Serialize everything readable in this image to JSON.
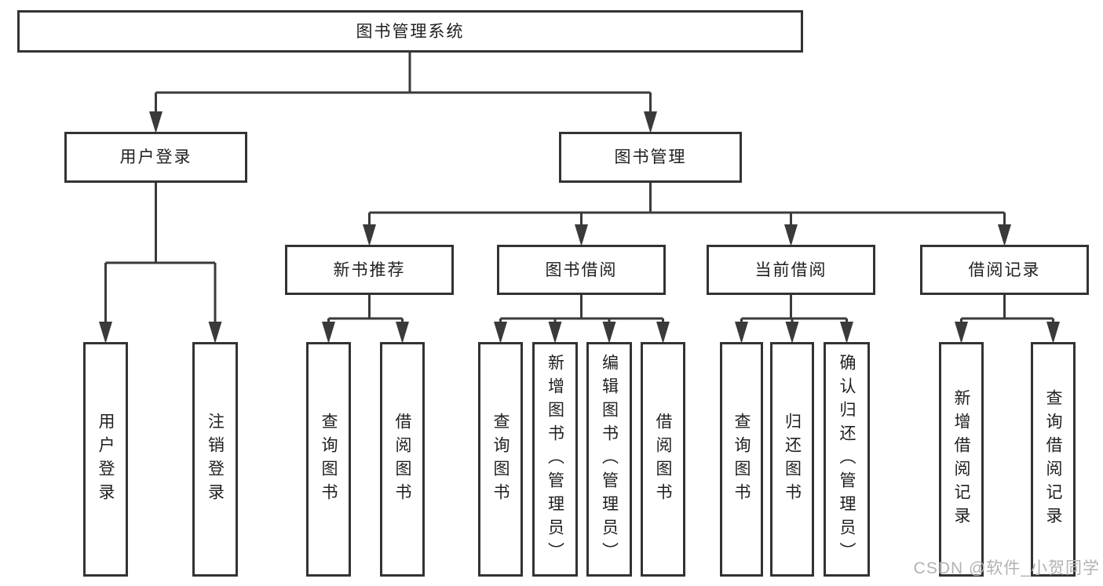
{
  "diagram_title": "图书管理系统",
  "tree": {
    "label": "图书管理系统",
    "children": [
      {
        "label": "用户登录",
        "children": [
          {
            "label": "用户登录"
          },
          {
            "label": "注销登录"
          }
        ]
      },
      {
        "label": "图书管理",
        "children": [
          {
            "label": "新书推荐",
            "children": [
              {
                "label": "查询图书"
              },
              {
                "label": "借阅图书"
              }
            ]
          },
          {
            "label": "图书借阅",
            "children": [
              {
                "label": "查询图书"
              },
              {
                "label": "新增图书（管理员）"
              },
              {
                "label": "编辑图书（管理员）"
              },
              {
                "label": "借阅图书"
              }
            ]
          },
          {
            "label": "当前借阅",
            "children": [
              {
                "label": "查询图书"
              },
              {
                "label": "归还图书"
              },
              {
                "label": "确认归还（管理员）"
              }
            ]
          },
          {
            "label": "借阅记录",
            "children": [
              {
                "label": "新增借阅记录"
              },
              {
                "label": "查询借阅记录"
              }
            ]
          }
        ]
      }
    ]
  },
  "watermark": "CSDN @软件_小贺同学",
  "colors": {
    "line": "#3a3a3a",
    "box_border": "#333333",
    "text": "#1f1f1f",
    "watermark": "#b2b2b2",
    "background": "#ffffff"
  }
}
